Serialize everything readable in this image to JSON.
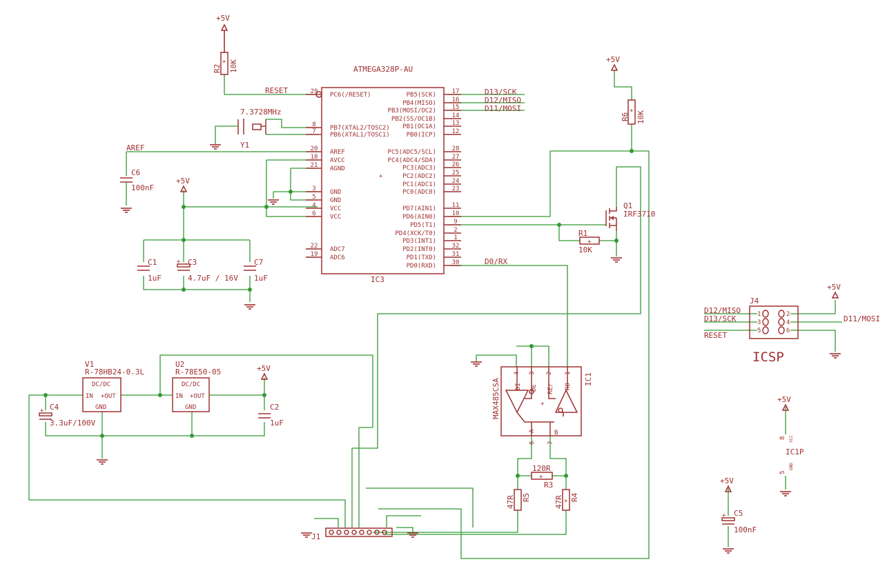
{
  "colors": {
    "parts": "#a03030",
    "wires": "#339933",
    "background": "#ffffff"
  },
  "supplies": {
    "vcc": "+5V"
  },
  "mcu": {
    "name": "ATMEGA328P-AU",
    "ref": "IC3",
    "left_pins": [
      {
        "num": "29",
        "name": "PC6(/RESET)"
      },
      {
        "num": "8",
        "name": "PB7(XTAL2/TOSC2)"
      },
      {
        "num": "7",
        "name": "PB6(XTAL1/TOSC1)"
      },
      {
        "num": "20",
        "name": "AREF"
      },
      {
        "num": "18",
        "name": "AVCC"
      },
      {
        "num": "21",
        "name": "AGND"
      },
      {
        "num": "3",
        "name": "GND"
      },
      {
        "num": "5",
        "name": "GND"
      },
      {
        "num": "4",
        "name": "VCC"
      },
      {
        "num": "6",
        "name": "VCC"
      },
      {
        "num": "22",
        "name": "ADC7"
      },
      {
        "num": "19",
        "name": "ADC6"
      }
    ],
    "right_pins": [
      {
        "num": "17",
        "name": "PB5(SCK)"
      },
      {
        "num": "16",
        "name": "PB4(MISO)"
      },
      {
        "num": "15",
        "name": "PB3(MOSI/OC2)"
      },
      {
        "num": "14",
        "name": "PB2(SS/OC1B)"
      },
      {
        "num": "13",
        "name": "PB1(OC1A)"
      },
      {
        "num": "12",
        "name": "PB0(ICP)"
      },
      {
        "num": "28",
        "name": "PC5(ADC5/SCL)"
      },
      {
        "num": "27",
        "name": "PC4(ADC4/SDA)"
      },
      {
        "num": "26",
        "name": "PC3(ADC3)"
      },
      {
        "num": "25",
        "name": "PC2(ADC2)"
      },
      {
        "num": "24",
        "name": "PC1(ADC1)"
      },
      {
        "num": "23",
        "name": "PC0(ADC0)"
      },
      {
        "num": "11",
        "name": "PD7(AIN1)"
      },
      {
        "num": "10",
        "name": "PD6(AIN0)"
      },
      {
        "num": "9",
        "name": "PD5(T1)"
      },
      {
        "num": "2",
        "name": "PD4(XCK/T0)"
      },
      {
        "num": "1",
        "name": "PD3(INT1)"
      },
      {
        "num": "32",
        "name": "PD2(INT0)"
      },
      {
        "num": "31",
        "name": "PD1(TXD)"
      },
      {
        "num": "30",
        "name": "PD0(RXD)"
      }
    ]
  },
  "nets": {
    "reset": "RESET",
    "aref": "AREF",
    "d13": "D13/SCK",
    "d12": "D12/MISO",
    "d11": "D11/MOSI",
    "d0": "D0/RX"
  },
  "crystal": {
    "ref": "Y1",
    "value": "7.3728MHz"
  },
  "resistors": {
    "r2": {
      "ref": "R2",
      "value": "10K"
    },
    "r6": {
      "ref": "R6",
      "value": "10K"
    },
    "r1": {
      "ref": "R1",
      "value": "10K"
    },
    "r3": {
      "ref": "R3",
      "value": "120R"
    },
    "r4": {
      "ref": "R4",
      "value": "47R"
    },
    "r5": {
      "ref": "R5",
      "value": "47R"
    }
  },
  "capacitors": {
    "c6": {
      "ref": "C6",
      "value": "100nF"
    },
    "c1": {
      "ref": "C1",
      "value": "1uF"
    },
    "c3": {
      "ref": "C3",
      "value": "4.7uF / 16V"
    },
    "c7": {
      "ref": "C7",
      "value": "1uF"
    },
    "c4": {
      "ref": "C4",
      "value": "3.3uF/100V"
    },
    "c2": {
      "ref": "C2",
      "value": "1uF"
    },
    "c5": {
      "ref": "C5",
      "value": "100nF"
    }
  },
  "mosfet": {
    "ref": "Q1",
    "value": "IRF3710"
  },
  "transceiver": {
    "ref": "IC1",
    "value": "MAX485CSA",
    "pin_nums": [
      "4",
      "3",
      "2",
      "1",
      "6",
      "7"
    ],
    "pin_names": [
      "DI",
      "DE",
      "RE/",
      "RO",
      "A",
      "B"
    ]
  },
  "regulators": {
    "v1": {
      "ref": "V1",
      "value": "R-78HB24-0.3L"
    },
    "u2": {
      "ref": "U2",
      "value": "R-78E50-05"
    },
    "dcdc": "DC/DC",
    "in": "IN",
    "out": "+OUT",
    "gnd": "GND"
  },
  "connector_j1": {
    "ref": "J1"
  },
  "icsp": {
    "ref": "J4",
    "title": "ICSP",
    "left_nums": [
      "1",
      "3",
      "5"
    ],
    "right_nums": [
      "2",
      "4",
      "6"
    ],
    "left_nets": [
      "D12/MISO",
      "D13/SCK",
      "RESET"
    ],
    "right_net": "D11/MOSI"
  },
  "ic1p": {
    "ref": "IC1P",
    "pin_vcc_num": "8",
    "pin_vcc": "VCC",
    "pin_gnd_num": "5",
    "pin_gnd": "GND"
  }
}
